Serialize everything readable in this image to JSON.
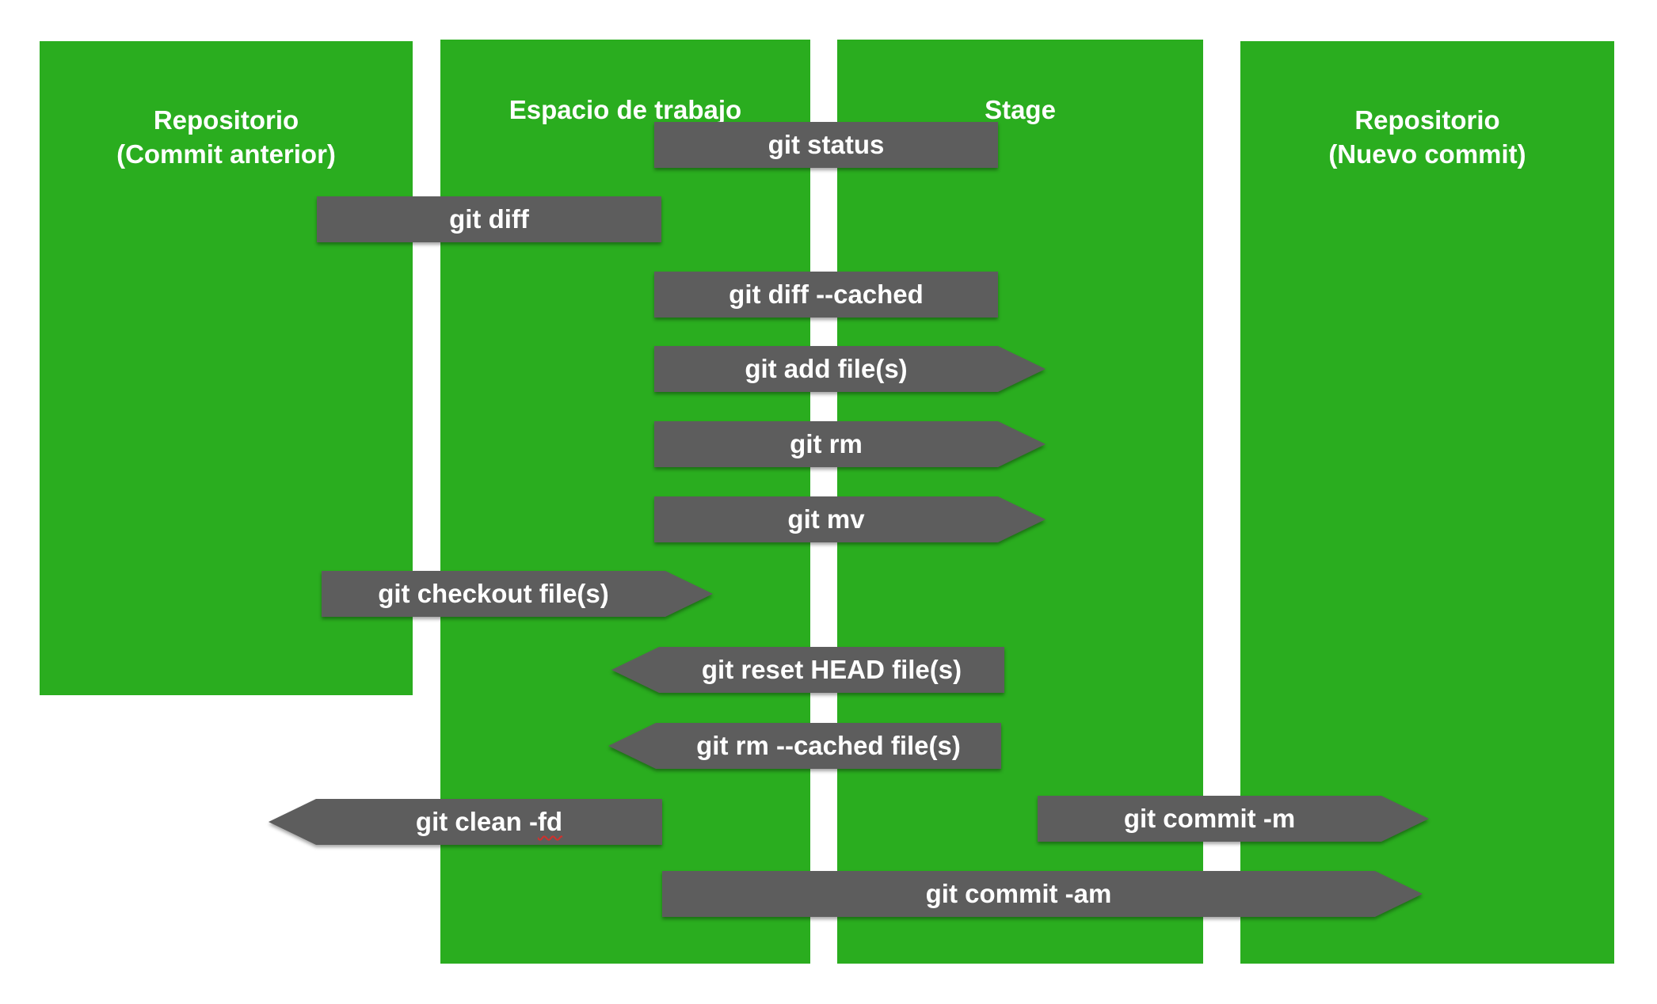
{
  "columns": {
    "repo_prev": {
      "line1": "Repositorio",
      "line2": "(Commit anterior)"
    },
    "workspace": {
      "line1": "Espacio de trabajo"
    },
    "stage": {
      "line1": "Stage"
    },
    "repo_new": {
      "line1": "Repositorio",
      "line2": "(Nuevo commit)"
    }
  },
  "commands": {
    "status": "git status",
    "diff": "git diff",
    "diff_cached": "git diff --cached",
    "add": "git add file(s)",
    "rm": "git rm",
    "mv": "git mv",
    "checkout": "git checkout file(s)",
    "reset": "git reset HEAD file(s)",
    "rm_cached": "git rm --cached file(s)",
    "clean_prefix": "git clean -",
    "clean_suffix": "fd",
    "commit_m": "git commit -m",
    "commit_am": "git commit -am"
  },
  "colors": {
    "column": "#2aad1f",
    "command": "#5d5d5d",
    "text": "#ffffff"
  }
}
